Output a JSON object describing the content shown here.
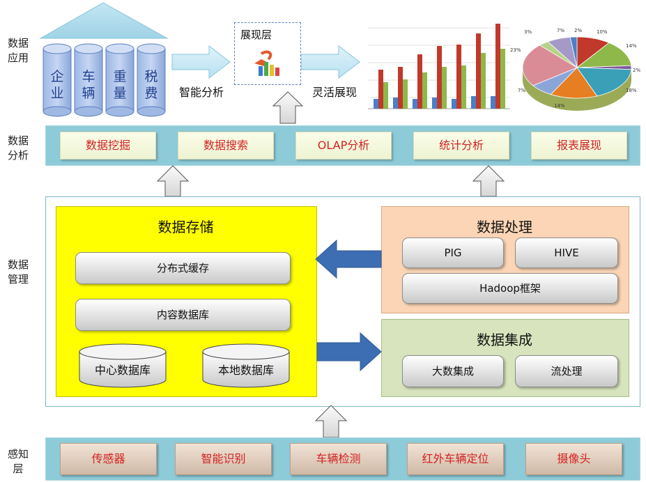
{
  "layers": {
    "application": "数据应用",
    "analysis": "数据分析",
    "management": "数据管理",
    "perception": "感知层"
  },
  "application": {
    "domains": [
      {
        "label": "企业"
      },
      {
        "label": "车辆"
      },
      {
        "label": "重量"
      },
      {
        "label": "税费"
      }
    ],
    "smart_analysis": "智能分析",
    "presentation_layer": "展现层",
    "flexible_display": "灵活展现",
    "pie_labels": [
      "3%",
      "7%",
      "2%",
      "10%",
      "14%",
      "2%",
      "18%",
      "14%",
      "7%",
      "23%"
    ]
  },
  "analysis": {
    "items": [
      "数据挖掘",
      "数据搜索",
      "OLAP分析",
      "统计分析",
      "报表展现"
    ]
  },
  "storage": {
    "title": "数据存储",
    "distributed_cache": "分布式缓存",
    "content_db": "内容数据库",
    "central_db": "中心数据库",
    "local_db": "本地数据库"
  },
  "processing": {
    "title": "数据处理",
    "pig": "PIG",
    "hive": "HIVE",
    "hadoop": "Hadoop框架"
  },
  "integration": {
    "title": "数据集成",
    "big_data": "大数集成",
    "stream": "流处理"
  },
  "perception": {
    "items": [
      "传感器",
      "智能识别",
      "车辆检测",
      "红外车辆定位",
      "摄像头"
    ]
  },
  "colors": {
    "band": "#8ecbd8",
    "storage_bg": "#ffff00",
    "processing_bg": "#fbd5b5",
    "integration_bg": "#d7e4bd",
    "arrow_blue": "#3d6eb3",
    "text_red": "#d22222"
  }
}
